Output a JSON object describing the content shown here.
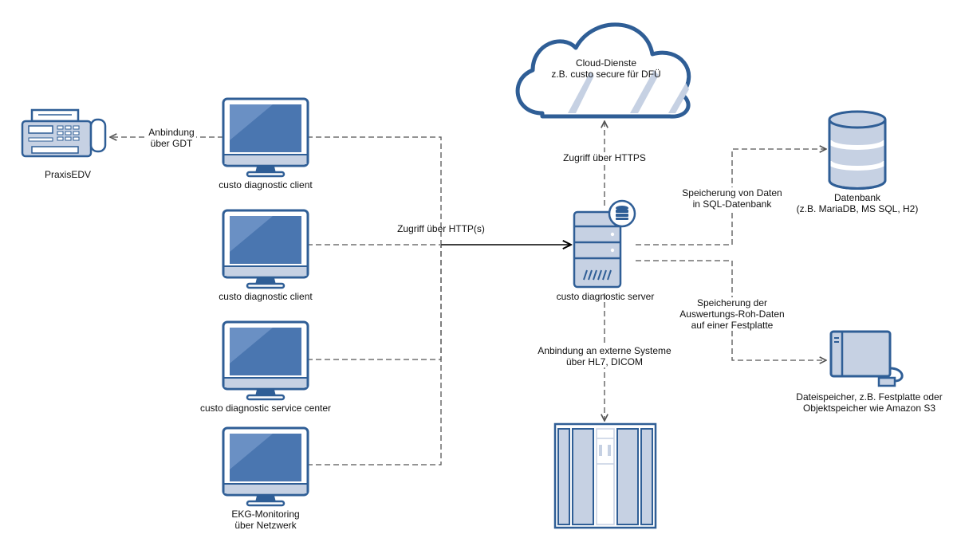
{
  "colors": {
    "outline": "#2f5e96",
    "fill_light": "#c6d1e3",
    "fill_screen": "#4a76b0",
    "connector": "#555555",
    "connector_dark": "#000000"
  },
  "icons": {
    "praxis": "fax-machine-icon",
    "client": "desktop-monitor-icon",
    "server": "server-database-icon",
    "cloud": "cloud-icon",
    "database": "database-cylinder-icon",
    "storage": "external-drive-icon",
    "external": "server-rack-icon"
  },
  "nodes": {
    "praxis": {
      "label": "PraxisEDV"
    },
    "client1": {
      "label": "custo diagnostic client"
    },
    "client2": {
      "label": "custo diagnostic client"
    },
    "service_center": {
      "label": "custo diagnostic service center"
    },
    "ekg": {
      "line1": "EKG-Monitoring",
      "line2": "über Netzwerk"
    },
    "server": {
      "label": "custo diagnostic server"
    },
    "cloud": {
      "line1": "Cloud-Dienste",
      "line2": "z.B. custo secure für DFÜ"
    },
    "database": {
      "line1": "Datenbank",
      "line2": "(z.B. MariaDB, MS SQL, H2)"
    },
    "storage": {
      "line1": "Dateispeicher, z.B. Festplatte oder",
      "line2": "Objektspeicher wie Amazon S3"
    }
  },
  "edges": {
    "gdt": {
      "line1": "Anbindung",
      "line2": "über GDT"
    },
    "http": {
      "label": "Zugriff über HTTP(s)"
    },
    "https": {
      "label": "Zugriff über HTTPS"
    },
    "sql": {
      "line1": "Speicherung von Daten",
      "line2": "in SQL-Datenbank"
    },
    "disk": {
      "line1": "Speicherung der",
      "line2": "Auswertungs-Roh-Daten",
      "line3": "auf einer Festplatte"
    },
    "external": {
      "line1": "Anbindung an externe Systeme",
      "line2": "über HL7, DICOM"
    }
  }
}
